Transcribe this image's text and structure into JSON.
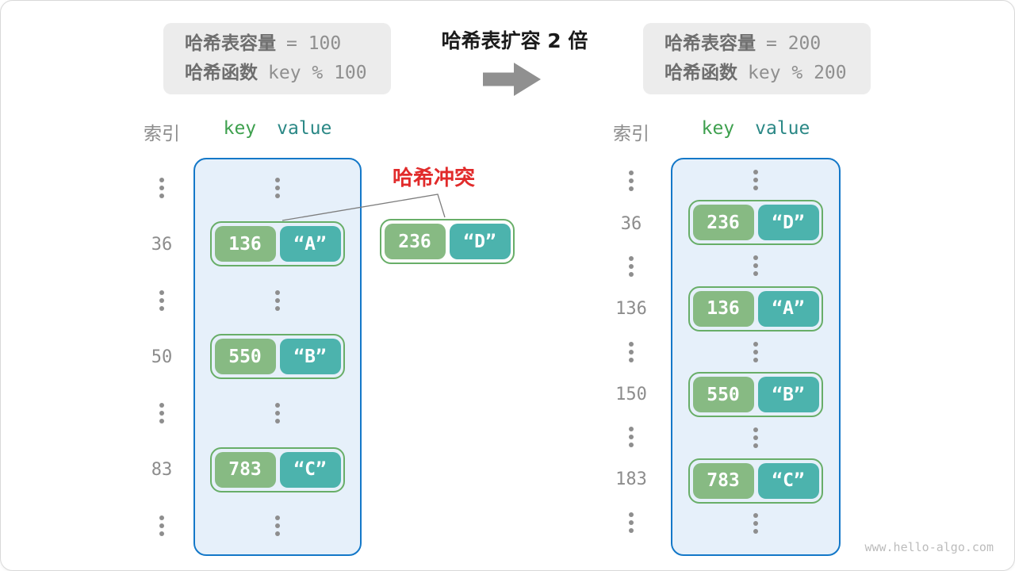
{
  "info_boxes": {
    "left": {
      "line1_label": "哈希表容量",
      "line1_code": "= 100",
      "line2_label": "哈希函数",
      "line2_code": "key % 100"
    },
    "right": {
      "line1_label": "哈希表容量",
      "line1_code": "= 200",
      "line2_label": "哈希函数",
      "line2_code": "key % 200"
    }
  },
  "center": {
    "title": "哈希表扩容 2 倍",
    "arrow_icon": "right-arrow"
  },
  "collision": {
    "label": "哈希冲突"
  },
  "collision_pair": {
    "key": "236",
    "value": "“D”"
  },
  "watermark": "www.hello-algo.com",
  "tables": {
    "left": {
      "index_header": "索引",
      "key_header": "key",
      "value_header": "value",
      "rows": [
        {
          "type": "dots"
        },
        {
          "type": "pair",
          "index": "36",
          "key": "136",
          "value": "“A”"
        },
        {
          "type": "dots"
        },
        {
          "type": "pair",
          "index": "50",
          "key": "550",
          "value": "“B”"
        },
        {
          "type": "dots"
        },
        {
          "type": "pair",
          "index": "83",
          "key": "783",
          "value": "“C”"
        },
        {
          "type": "dots"
        }
      ]
    },
    "right": {
      "index_header": "索引",
      "key_header": "key",
      "value_header": "value",
      "rows": [
        {
          "type": "dots"
        },
        {
          "type": "pair",
          "index": "36",
          "key": "236",
          "value": "“D”"
        },
        {
          "type": "dots"
        },
        {
          "type": "pair",
          "index": "136",
          "key": "136",
          "value": "“A”"
        },
        {
          "type": "dots"
        },
        {
          "type": "pair",
          "index": "150",
          "key": "550",
          "value": "“B”"
        },
        {
          "type": "dots"
        },
        {
          "type": "pair",
          "index": "183",
          "key": "783",
          "value": "“C”"
        },
        {
          "type": "dots"
        }
      ]
    }
  },
  "colors": {
    "table_fill": "#e6f0fa",
    "table_border": "#1478c8",
    "pair_border": "#68ae68",
    "key_fill": "#87ba83",
    "value_fill": "#4cb3ad",
    "key_header": "#3ea04e",
    "value_header": "#2b8886",
    "collision_red": "#e12b2b",
    "arrow_gray": "#909090",
    "text_gray": "#8c8c8c",
    "line_gray": "#7d7d7d"
  }
}
